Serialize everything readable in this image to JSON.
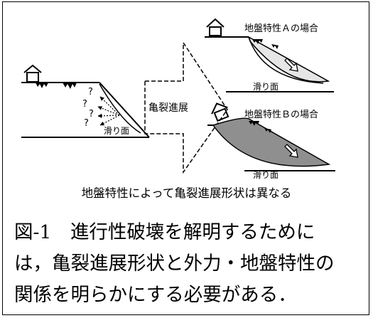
{
  "left_panel": {
    "slip_surface_label": "滑り面",
    "crack_unknowns": [
      "?",
      "?",
      "?",
      "?"
    ]
  },
  "arrow": {
    "label": "亀裂進展"
  },
  "case_a": {
    "title": "地盤特性Ａの場合",
    "slip_surface_label": "滑り面",
    "fill": "#e6e6e6"
  },
  "case_b": {
    "title": "地盤特性Ｂの場合",
    "slip_surface_label": "滑り面",
    "fill": "#8f8f8f"
  },
  "conclusion": "地盤特性によって亀裂進展形状は異なる",
  "caption": {
    "line1": "図-1　進行性破壊を解明するために",
    "line2": "は，亀裂進展形状と外力・地盤特性の",
    "line3": "関係を明らかにする必要がある．"
  }
}
